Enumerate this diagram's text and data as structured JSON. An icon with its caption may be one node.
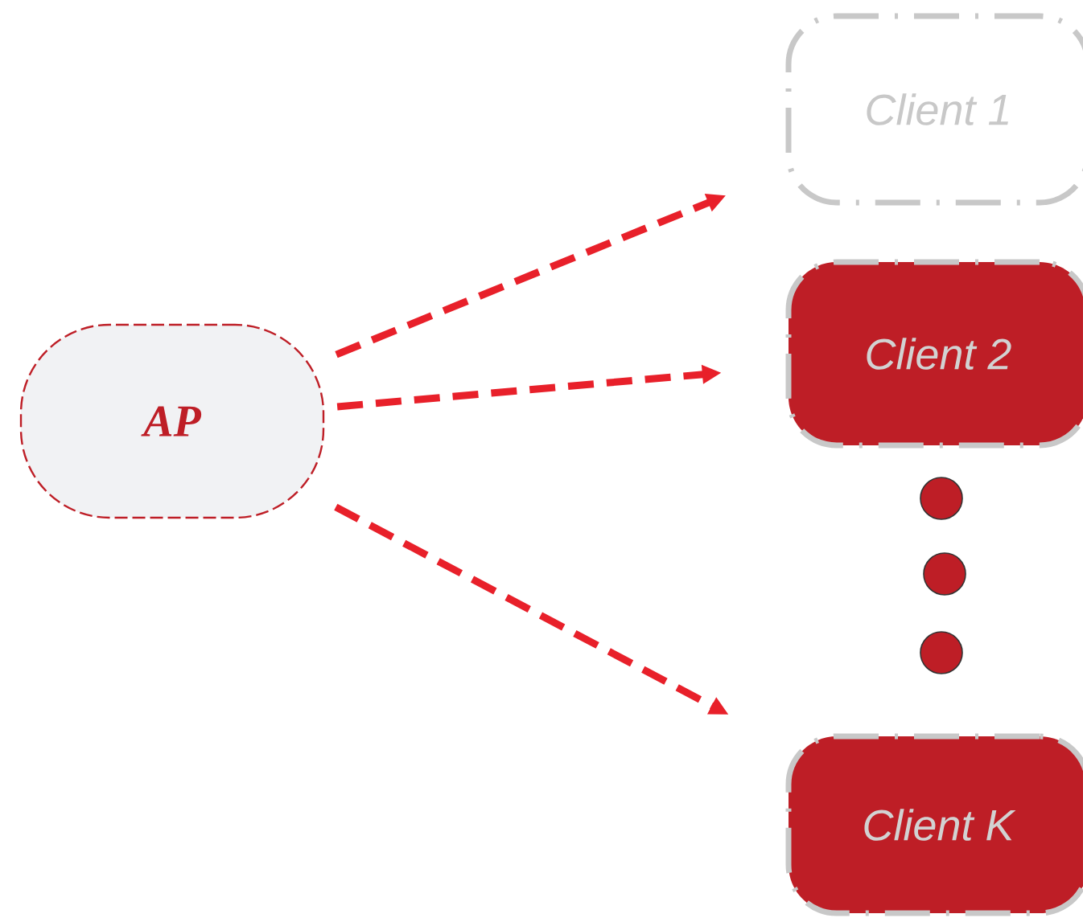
{
  "diagram": {
    "nodes": [
      {
        "text": [
          "AP"
        ]
      },
      {
        "text": [
          "Client 1"
        ]
      },
      {
        "text": [
          "Client 2"
        ]
      },
      {
        "text": [],
        "shape": "circle"
      },
      {
        "text": [],
        "shape": "circle"
      },
      {
        "text": [],
        "shape": "circle"
      },
      {
        "text": [
          "Client K"
        ]
      }
    ],
    "edges": [
      {
        "from": 0,
        "to": 1,
        "arrow": "to",
        "style": "dashed"
      },
      {
        "from": 0,
        "to": 2,
        "arrow": "to",
        "style": "dashed"
      },
      {
        "from": 0,
        "to": 6,
        "arrow": "to",
        "style": "dashed"
      }
    ]
  }
}
